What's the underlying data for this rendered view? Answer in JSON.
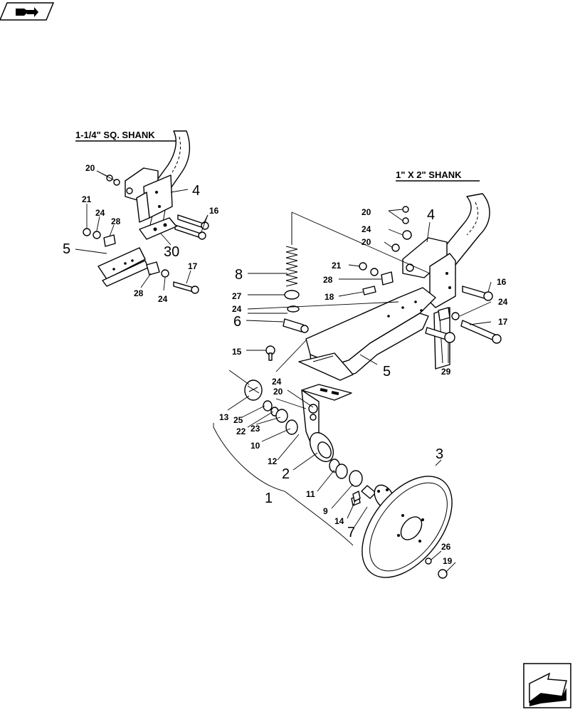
{
  "titles": {
    "sq_shank": "1-1/4\" SQ. SHANK",
    "flat_shank": "1\" X 2\" SHANK"
  },
  "callouts": {
    "c1": "1",
    "c2": "2",
    "c3": "3",
    "c4a": "4",
    "c4b": "4",
    "c5a": "5",
    "c5b": "5",
    "c6": "6",
    "c7": "7",
    "c8": "8",
    "c9": "9",
    "c10": "10",
    "c11": "11",
    "c12": "12",
    "c13": "13",
    "c14": "14",
    "c15": "15",
    "c16a": "16",
    "c16b": "16",
    "c17a": "17",
    "c17b": "17",
    "c18": "18",
    "c19": "19",
    "c20a": "20",
    "c20b": "20",
    "c20c": "20",
    "c20d": "20",
    "c21a": "21",
    "c21b": "21",
    "c22": "22",
    "c23": "23",
    "c24a": "24",
    "c24b": "24",
    "c24c": "24",
    "c24d": "24",
    "c24e": "24",
    "c24f": "24",
    "c25": "25",
    "c26": "26",
    "c27": "27",
    "c28a": "28",
    "c28b": "28",
    "c28c": "28",
    "c29": "29",
    "c30": "30"
  },
  "icons": {
    "prev": "book-arrow-icon",
    "next": "page-turn-arrow-icon"
  }
}
